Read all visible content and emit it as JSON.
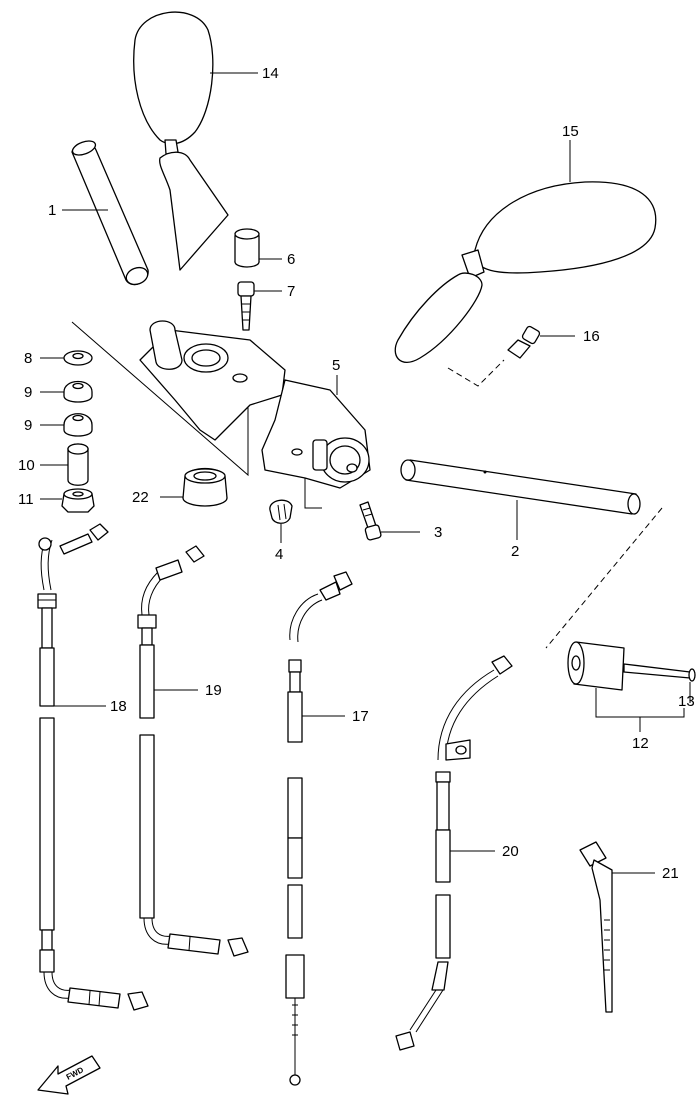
{
  "callouts": {
    "p1": "1",
    "p2": "2",
    "p3": "3",
    "p4": "4",
    "p5": "5",
    "p6": "6",
    "p7": "7",
    "p8": "8",
    "p9a": "9",
    "p9b": "9",
    "p10": "10",
    "p11": "11",
    "p12": "12",
    "p13": "13",
    "p14": "14",
    "p15": "15",
    "p16": "16",
    "p17": "17",
    "p18": "18",
    "p19": "19",
    "p20": "20",
    "p21": "21",
    "p22": "22"
  },
  "badge": {
    "fwd": "FWD"
  },
  "colors": {
    "line": "#000000",
    "background": "#ffffff"
  }
}
